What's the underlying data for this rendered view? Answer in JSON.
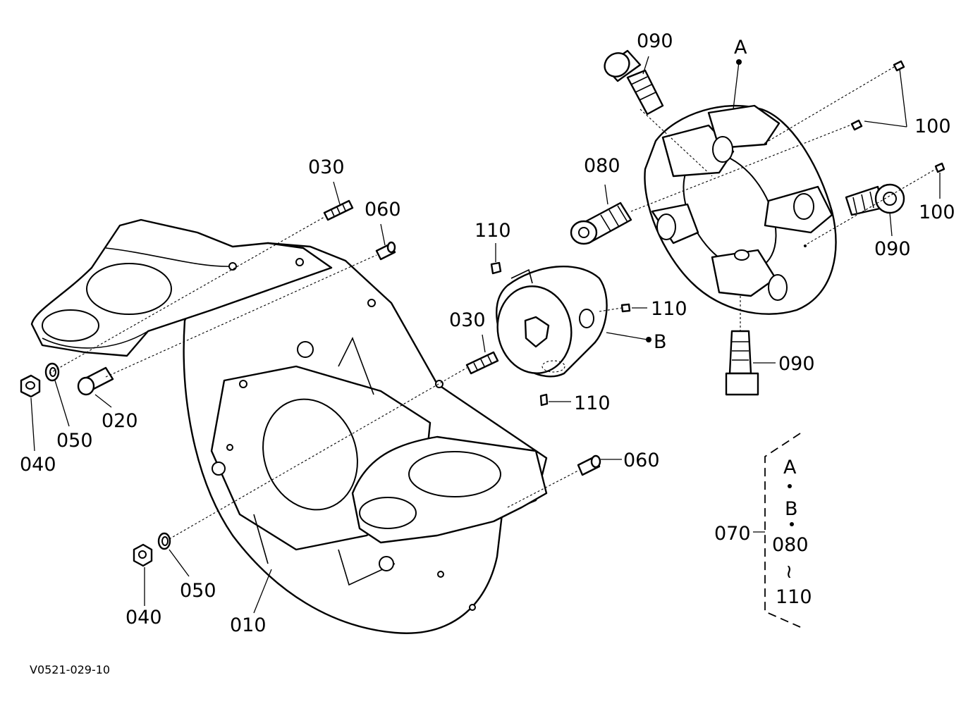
{
  "callouts": {
    "p010": "010",
    "p020": "020",
    "p030_left": "030",
    "p030_mid": "030",
    "p040_top": "040",
    "p040_bottom": "040",
    "p050_top": "050",
    "p050_bottom": "050",
    "p060_top": "060",
    "p060_bottom": "060",
    "p070": "070",
    "p080": "080",
    "p090_top": "090",
    "p090_right": "090",
    "p090_bottom": "090",
    "p100_top": "100",
    "p100_right": "100",
    "p110_top": "110",
    "p110_right": "110",
    "p110_bottom": "110"
  },
  "refs": {
    "a_marker": "A",
    "b_marker": "B"
  },
  "kit_box": {
    "line1": "A",
    "line2": "B",
    "line3": "080",
    "line4": "110",
    "range_symbol": "≀"
  },
  "drawing_code": "V0521-029-10"
}
